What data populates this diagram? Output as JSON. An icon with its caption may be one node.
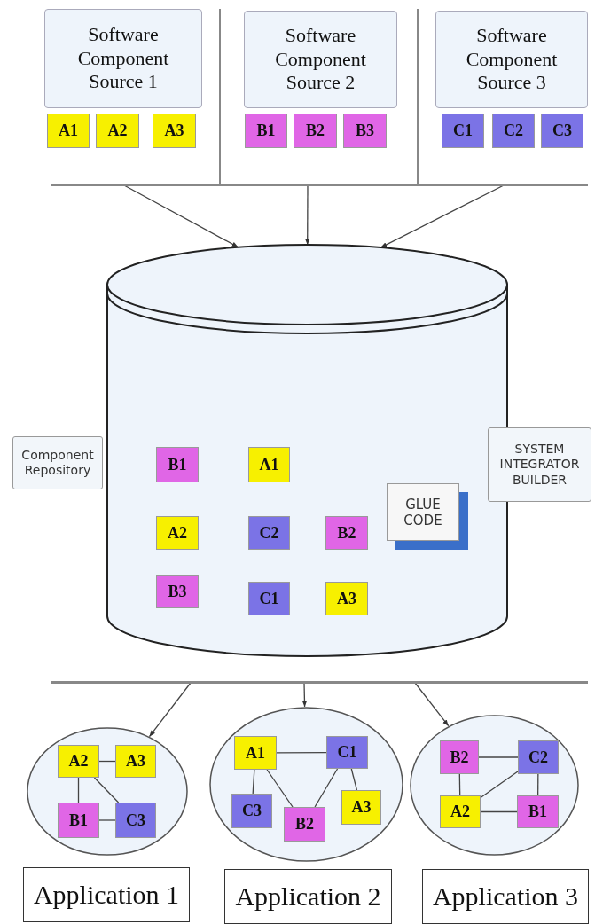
{
  "diagram": {
    "nodes": [
      {
        "text": [
          "Software Component Source 1"
        ]
      },
      {
        "text": [
          "A1"
        ]
      },
      {
        "text": [
          "A2"
        ]
      },
      {
        "text": [
          "A3"
        ]
      },
      {
        "text": [
          "Software Component Source 2"
        ]
      },
      {
        "text": [
          "B1"
        ]
      },
      {
        "text": [
          "B2"
        ]
      },
      {
        "text": [
          "B3"
        ]
      },
      {
        "text": [
          "Software Component Source 3"
        ]
      },
      {
        "text": [
          "C1"
        ]
      },
      {
        "text": [
          "C2"
        ]
      },
      {
        "text": [
          "C3"
        ]
      },
      {
        "text": [],
        "shape": "bar"
      },
      {
        "text": [
          "Component Repository"
        ]
      },
      {
        "text": [],
        "shape": "cylinder"
      },
      {
        "text": [
          "B1"
        ],
        "in": 14
      },
      {
        "text": [
          "A1"
        ],
        "in": 14
      },
      {
        "text": [
          "A2"
        ],
        "in": 14
      },
      {
        "text": [
          "C2"
        ],
        "in": 14
      },
      {
        "text": [
          "B2"
        ],
        "in": 14
      },
      {
        "text": [
          "GLUE CODE"
        ],
        "in": 14
      },
      {
        "text": [
          "B3"
        ],
        "in": 14
      },
      {
        "text": [
          "C1"
        ],
        "in": 14
      },
      {
        "text": [
          "A3"
        ],
        "in": 14
      },
      {
        "text": [
          "SYSTEM INTEGRATOR BUILDER"
        ]
      },
      {
        "text": [],
        "shape": "bar"
      },
      {
        "text": [],
        "shape": "ellipse"
      },
      {
        "text": [
          "A2"
        ],
        "in": 26
      },
      {
        "text": [
          "A3"
        ],
        "in": 26
      },
      {
        "text": [
          "B1"
        ],
        "in": 26
      },
      {
        "text": [
          "C3"
        ],
        "in": 26
      },
      {
        "text": [],
        "shape": "ellipse"
      },
      {
        "text": [
          "A1"
        ],
        "in": 31
      },
      {
        "text": [
          "C1"
        ],
        "in": 31
      },
      {
        "text": [
          "C3"
        ],
        "in": 31
      },
      {
        "text": [
          "B2"
        ],
        "in": 31
      },
      {
        "text": [
          "A3"
        ],
        "in": 31
      },
      {
        "text": [],
        "shape": "ellipse"
      },
      {
        "text": [
          "B2"
        ],
        "in": 37
      },
      {
        "text": [
          "C2"
        ],
        "in": 37
      },
      {
        "text": [
          "A2"
        ],
        "in": 37
      },
      {
        "text": [
          "B1"
        ],
        "in": 37
      },
      {
        "text": [
          "Application 1"
        ]
      },
      {
        "text": [
          "Application 2"
        ]
      },
      {
        "text": [
          "Application 3"
        ]
      }
    ],
    "edges": [
      {
        "from": 12,
        "to": 14,
        "arrow": "to"
      },
      {
        "from": 12,
        "to": 14,
        "arrow": "to"
      },
      {
        "from": 12,
        "to": 14,
        "arrow": "to"
      },
      {
        "from": 25,
        "to": 26,
        "arrow": "to"
      },
      {
        "from": 25,
        "to": 31,
        "arrow": "to"
      },
      {
        "from": 25,
        "to": 37,
        "arrow": "to"
      },
      {
        "from": 27,
        "to": 28,
        "arrow": "none"
      },
      {
        "from": 27,
        "to": 29,
        "arrow": "none"
      },
      {
        "from": 27,
        "to": 30,
        "arrow": "none"
      },
      {
        "from": 29,
        "to": 30,
        "arrow": "none"
      },
      {
        "from": 32,
        "to": 33,
        "arrow": "none"
      },
      {
        "from": 32,
        "to": 34,
        "arrow": "none"
      },
      {
        "from": 32,
        "to": 35,
        "arrow": "none"
      },
      {
        "from": 33,
        "to": 35,
        "arrow": "none"
      },
      {
        "from": 33,
        "to": 36,
        "arrow": "none"
      },
      {
        "from": 38,
        "to": 39,
        "arrow": "none"
      },
      {
        "from": 38,
        "to": 40,
        "arrow": "none"
      },
      {
        "from": 39,
        "to": 40,
        "arrow": "none"
      },
      {
        "from": 39,
        "to": 41,
        "arrow": "none"
      },
      {
        "from": 40,
        "to": 41,
        "arrow": "none"
      }
    ]
  }
}
